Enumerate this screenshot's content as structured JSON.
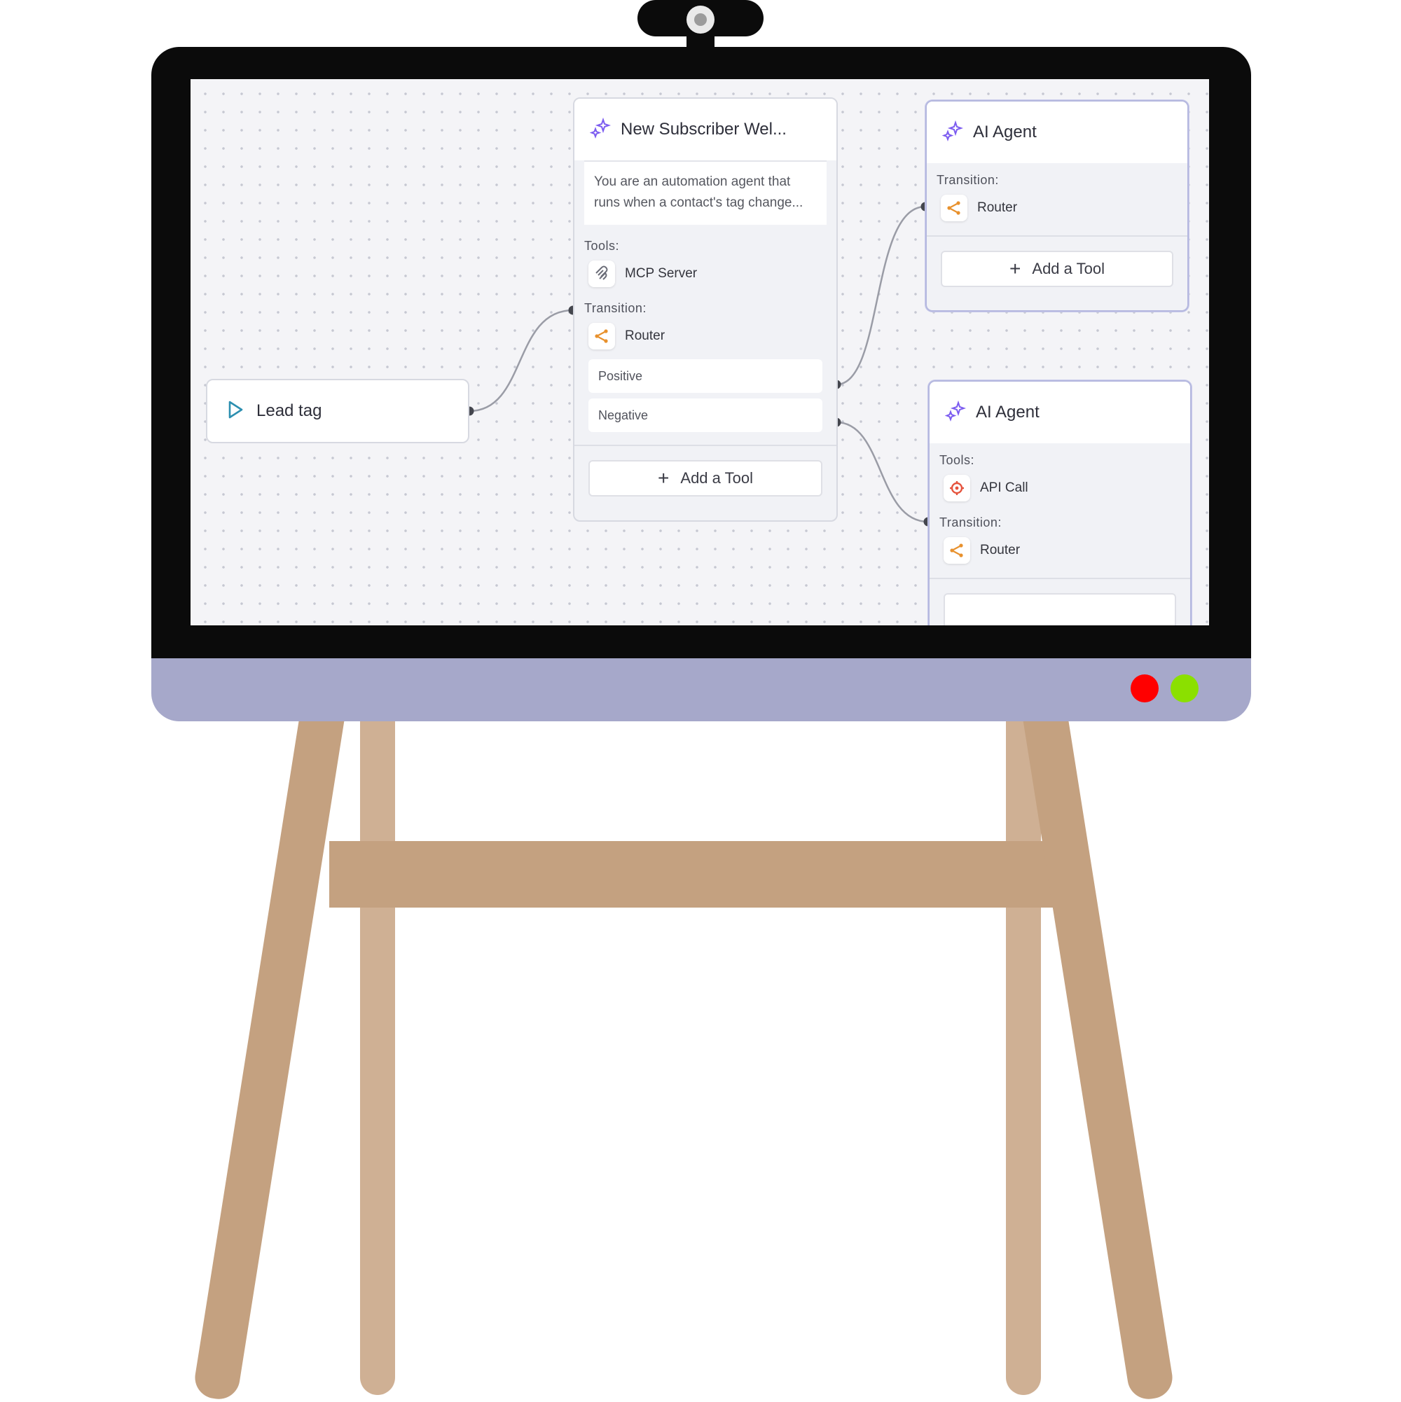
{
  "canvas": {
    "trigger": {
      "label": "Lead tag",
      "icon": "play-outline-icon"
    },
    "nodes": [
      {
        "title": "New Subscriber Wel...",
        "icon": "sparkle-icon",
        "description_line1": "You are an automation agent that",
        "description_line2": "runs when a contact's tag change...",
        "tools_label": "Tools:",
        "tool": {
          "label": "MCP Server",
          "icon": "mcp-server-icon"
        },
        "transition_label": "Transition:",
        "transition": {
          "label": "Router",
          "icon": "router-icon"
        },
        "branches": [
          "Positive",
          "Negative"
        ],
        "add_tool": "Add a Tool"
      },
      {
        "title": "AI Agent",
        "icon": "sparkle-icon",
        "transition_label": "Transition:",
        "transition": {
          "label": "Router",
          "icon": "router-icon"
        },
        "add_tool": "Add a Tool"
      },
      {
        "title": "AI Agent",
        "icon": "sparkle-icon",
        "tools_label": "Tools:",
        "tool": {
          "label": "API Call",
          "icon": "api-call-icon"
        },
        "transition_label": "Transition:",
        "transition": {
          "label": "Router",
          "icon": "router-icon"
        }
      }
    ]
  },
  "colors": {
    "accent_purple": "#7c5cf0",
    "router_orange": "#e8912d",
    "api_red": "#e5533d",
    "trigger_teal": "#2c8fb0",
    "led_red": "#ff0000",
    "led_green": "#8be000",
    "stand_wood": "#c4a180",
    "display_chin": "#a6a8ca"
  }
}
